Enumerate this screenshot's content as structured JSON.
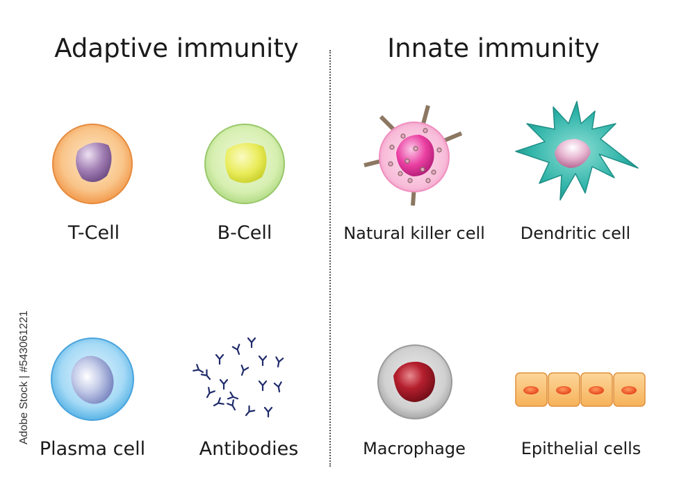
{
  "headings": {
    "adaptive": "Adaptive immunity",
    "innate": "Innate immunity"
  },
  "labels": {
    "t_cell": "T-Cell",
    "b_cell": "B-Cell",
    "plasma_cell": "Plasma cell",
    "antibodies": "Antibodies",
    "nk_cell": "Natural killer cell",
    "dendritic_cell": "Dendritic cell",
    "macrophage": "Macrophage",
    "epithelial_cells": "Epithelial cells"
  },
  "stock_id": "Adobe Stock | #543061221",
  "colors": {
    "t_cell": "#f5a25a",
    "b_cell": "#cdeaa0",
    "plasma_cell": "#7ec8f0",
    "nk_cell": "#f7b6d6",
    "dendritic_cell": "#2aa9a0",
    "macrophage": "#b51f2e",
    "epithelial": "#f7b45a",
    "antibody": "#1f2a6b"
  }
}
